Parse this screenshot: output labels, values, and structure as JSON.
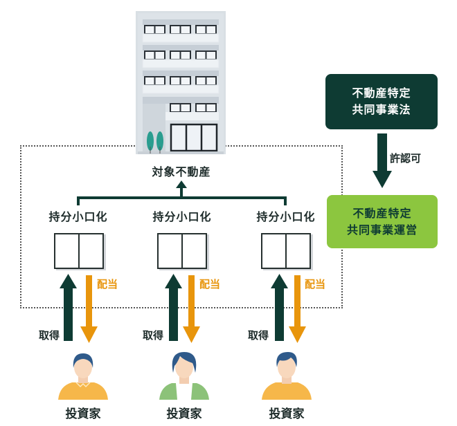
{
  "target_property": {
    "label": "対象不動産",
    "icon": "apartment-building-icon"
  },
  "law_box": {
    "line1": "不動産特定",
    "line2": "共同事業法"
  },
  "license_label": "許認可",
  "operation_box": {
    "line1": "不動産特定",
    "line2": "共同事業運営"
  },
  "shares": [
    {
      "label": "持分小口化"
    },
    {
      "label": "持分小口化"
    },
    {
      "label": "持分小口化"
    }
  ],
  "flows": {
    "acquire_label": "取得",
    "dividend_label": "配当"
  },
  "investors": [
    {
      "label": "投資家",
      "shirt": "#f6b74a",
      "hair": "#2f5a8a"
    },
    {
      "label": "投資家",
      "shirt": "#8cc279",
      "hair": "#2f5a8a"
    },
    {
      "label": "投資家",
      "shirt": "#f6b74a",
      "hair": "#2f5a8a"
    }
  ],
  "colors": {
    "dark_green": "#0e3b33",
    "light_green": "#8cc63f",
    "orange": "#e8950c",
    "building": "#cfd6dc"
  }
}
